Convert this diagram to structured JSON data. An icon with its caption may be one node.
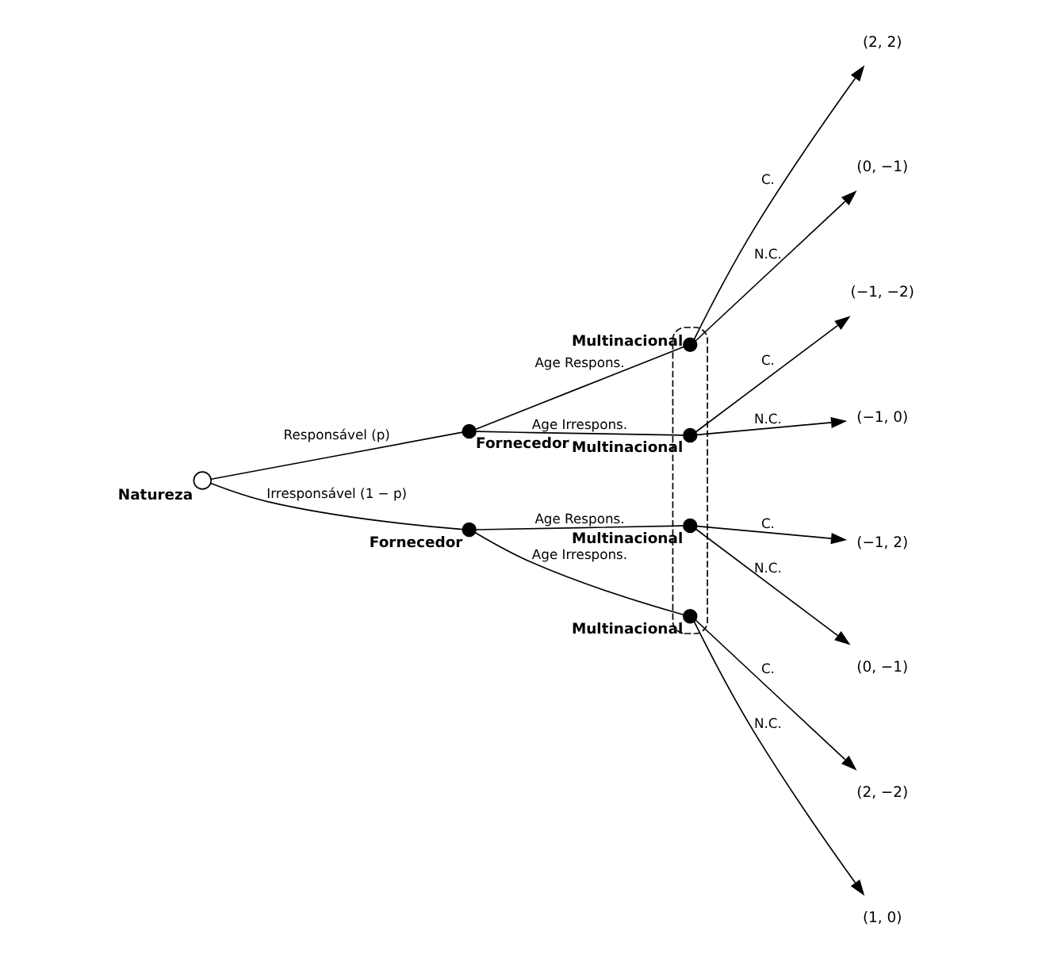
{
  "diagram": {
    "nodes": [
      {
        "text": [
          "Natureza"
        ]
      },
      {
        "text": [
          "Fornecedor"
        ]
      },
      {
        "text": [
          "Fornecedor"
        ]
      },
      {
        "text": [],
        "shape": "ellipse"
      },
      {
        "text": [
          "Multinacional"
        ],
        "in": 3
      },
      {
        "text": [
          "Multinacional"
        ],
        "in": 3
      },
      {
        "text": [
          "Multinacional"
        ],
        "in": 3
      },
      {
        "text": [
          "Multinacional"
        ],
        "in": 3
      },
      {
        "text": [
          "(2, 2)"
        ]
      },
      {
        "text": [
          "(0, −1)"
        ]
      },
      {
        "text": [
          "(−1, −2)"
        ]
      },
      {
        "text": [
          "(−1, 0)"
        ]
      },
      {
        "text": [
          "(−1, 2)"
        ]
      },
      {
        "text": [
          "(0, −1)"
        ]
      },
      {
        "text": [
          "(2, −2)"
        ]
      },
      {
        "text": [
          "(1, 0)"
        ]
      }
    ],
    "edges": [
      {
        "from": 0,
        "to": 1,
        "arrow": "none",
        "label": "Responsável (p)"
      },
      {
        "from": 0,
        "to": 2,
        "arrow": "none",
        "label": "Irresponsável (1 − p)"
      },
      {
        "from": 1,
        "to": 4,
        "arrow": "none",
        "label": "Age Respons."
      },
      {
        "from": 1,
        "to": 5,
        "arrow": "none",
        "label": "Age Irrespons."
      },
      {
        "from": 2,
        "to": 6,
        "arrow": "none",
        "label": "Age Respons."
      },
      {
        "from": 2,
        "to": 7,
        "arrow": "none",
        "label": "Age Irrespons."
      },
      {
        "from": 4,
        "to": 8,
        "arrow": "to",
        "label": "C."
      },
      {
        "from": 4,
        "to": 9,
        "arrow": "to",
        "label": "N.C."
      },
      {
        "from": 5,
        "to": 10,
        "arrow": "to",
        "label": "C."
      },
      {
        "from": 5,
        "to": 11,
        "arrow": "to",
        "label": "N.C."
      },
      {
        "from": 6,
        "to": 12,
        "arrow": "to",
        "label": "C."
      },
      {
        "from": 6,
        "to": 13,
        "arrow": "to",
        "label": "N.C."
      },
      {
        "from": 7,
        "to": 14,
        "arrow": "to",
        "label": "C."
      },
      {
        "from": 7,
        "to": 15,
        "arrow": "to",
        "label": "N.C."
      }
    ]
  }
}
